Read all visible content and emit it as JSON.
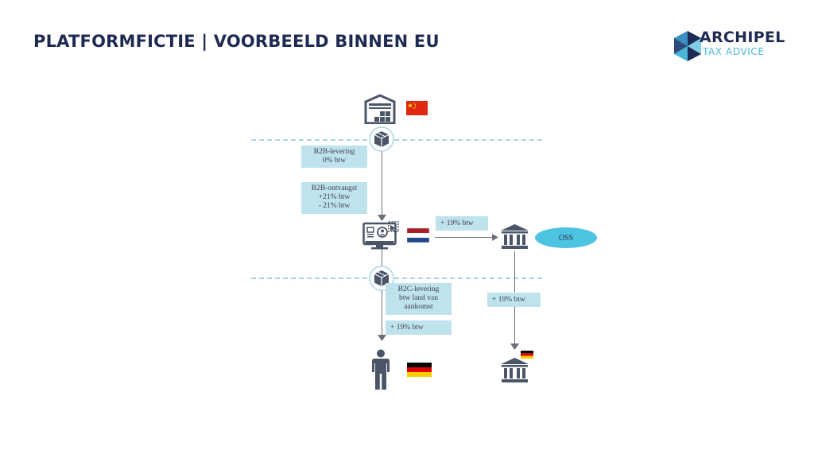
{
  "slide": {
    "title": "PLATFORMFICTIE | VOORBEELD BINNEN EU"
  },
  "logo": {
    "name": "ARCHIPEL",
    "tagline": "TAX ADVICE",
    "colors": {
      "navy": "#1f2a52",
      "cyan": "#4ab7d8"
    }
  },
  "diagram": {
    "boxes": {
      "b2b_levering": [
        "B2B-levering",
        "0% btw"
      ],
      "b2b_ontvangst": [
        "B2B-ontvangst",
        "+21% btw",
        "- 21% btw"
      ],
      "nl_to_oss": "+ 19% btw",
      "b2c_levering": [
        "B2C-levering",
        "btw land van",
        "aankomst"
      ],
      "b2c_btw": "+ 19% btw",
      "oss_to_de": "+ 19% btw"
    },
    "oss_label": "OSS",
    "icons": [
      "warehouse-icon",
      "package-icon",
      "platform-computer-icon",
      "bank-icon",
      "person-icon"
    ],
    "flags": [
      "china",
      "netherlands",
      "germany"
    ],
    "colors": {
      "box": "#bfe3ec",
      "oss": "#4cc3e0",
      "dashed": "#a9d4e2",
      "icon": "#4a5568"
    }
  }
}
